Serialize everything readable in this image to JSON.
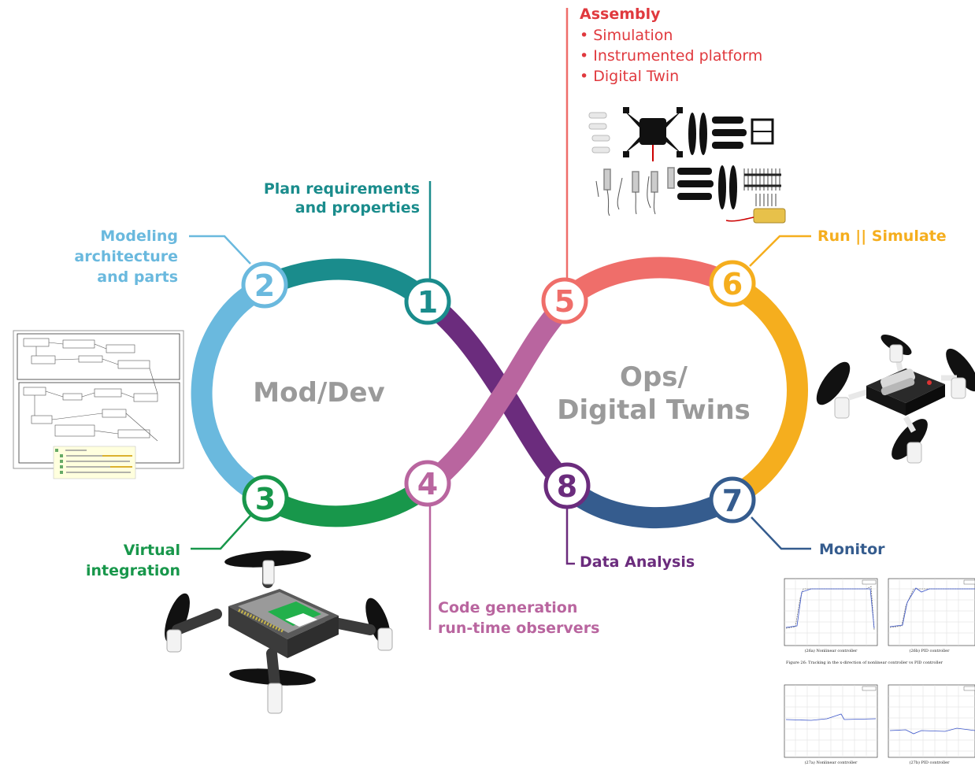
{
  "colors": {
    "c1": "#1a8c8c",
    "c2": "#6ab9de",
    "c3": "#18974b",
    "c4": "#b9659f",
    "c5": "#ef6e6a",
    "c6": "#f5ae1e",
    "c7": "#355c8e",
    "c8": "#6b2c7d",
    "red_text": "#e0393e",
    "center_text": "#9a9a9a"
  },
  "stages": [
    {
      "num": "1",
      "label_lines": [
        "Plan requirements",
        "and properties"
      ]
    },
    {
      "num": "2",
      "label_lines": [
        "Modeling",
        "architecture",
        "and parts"
      ]
    },
    {
      "num": "3",
      "label_lines": [
        "Virtual",
        "integration"
      ]
    },
    {
      "num": "4",
      "label_lines": [
        "Code generation",
        "run-time observers"
      ]
    },
    {
      "num": "5",
      "label_lines": [
        "Assembly"
      ]
    },
    {
      "num": "6",
      "label_lines": [
        "Run || Simulate"
      ]
    },
    {
      "num": "7",
      "label_lines": [
        "Monitor"
      ]
    },
    {
      "num": "8",
      "label_lines": [
        "Data Analysis"
      ]
    }
  ],
  "assembly_bullets": [
    "• Simulation",
    "• Instrumented platform",
    "• Digital Twin"
  ],
  "loops": {
    "left": "Mod/Dev",
    "right_lines": [
      "Ops/",
      "Digital Twins"
    ]
  },
  "figure_captions": {
    "26a": "(26a) Nonlinear controller",
    "26b": "(26b) PID controller",
    "fig26": "Figure 26: Tracking in the x-direction of nonlinear controller vs PID controller",
    "27a": "(27a) Nonlinear controller",
    "27b": "(27b) PID controller"
  }
}
